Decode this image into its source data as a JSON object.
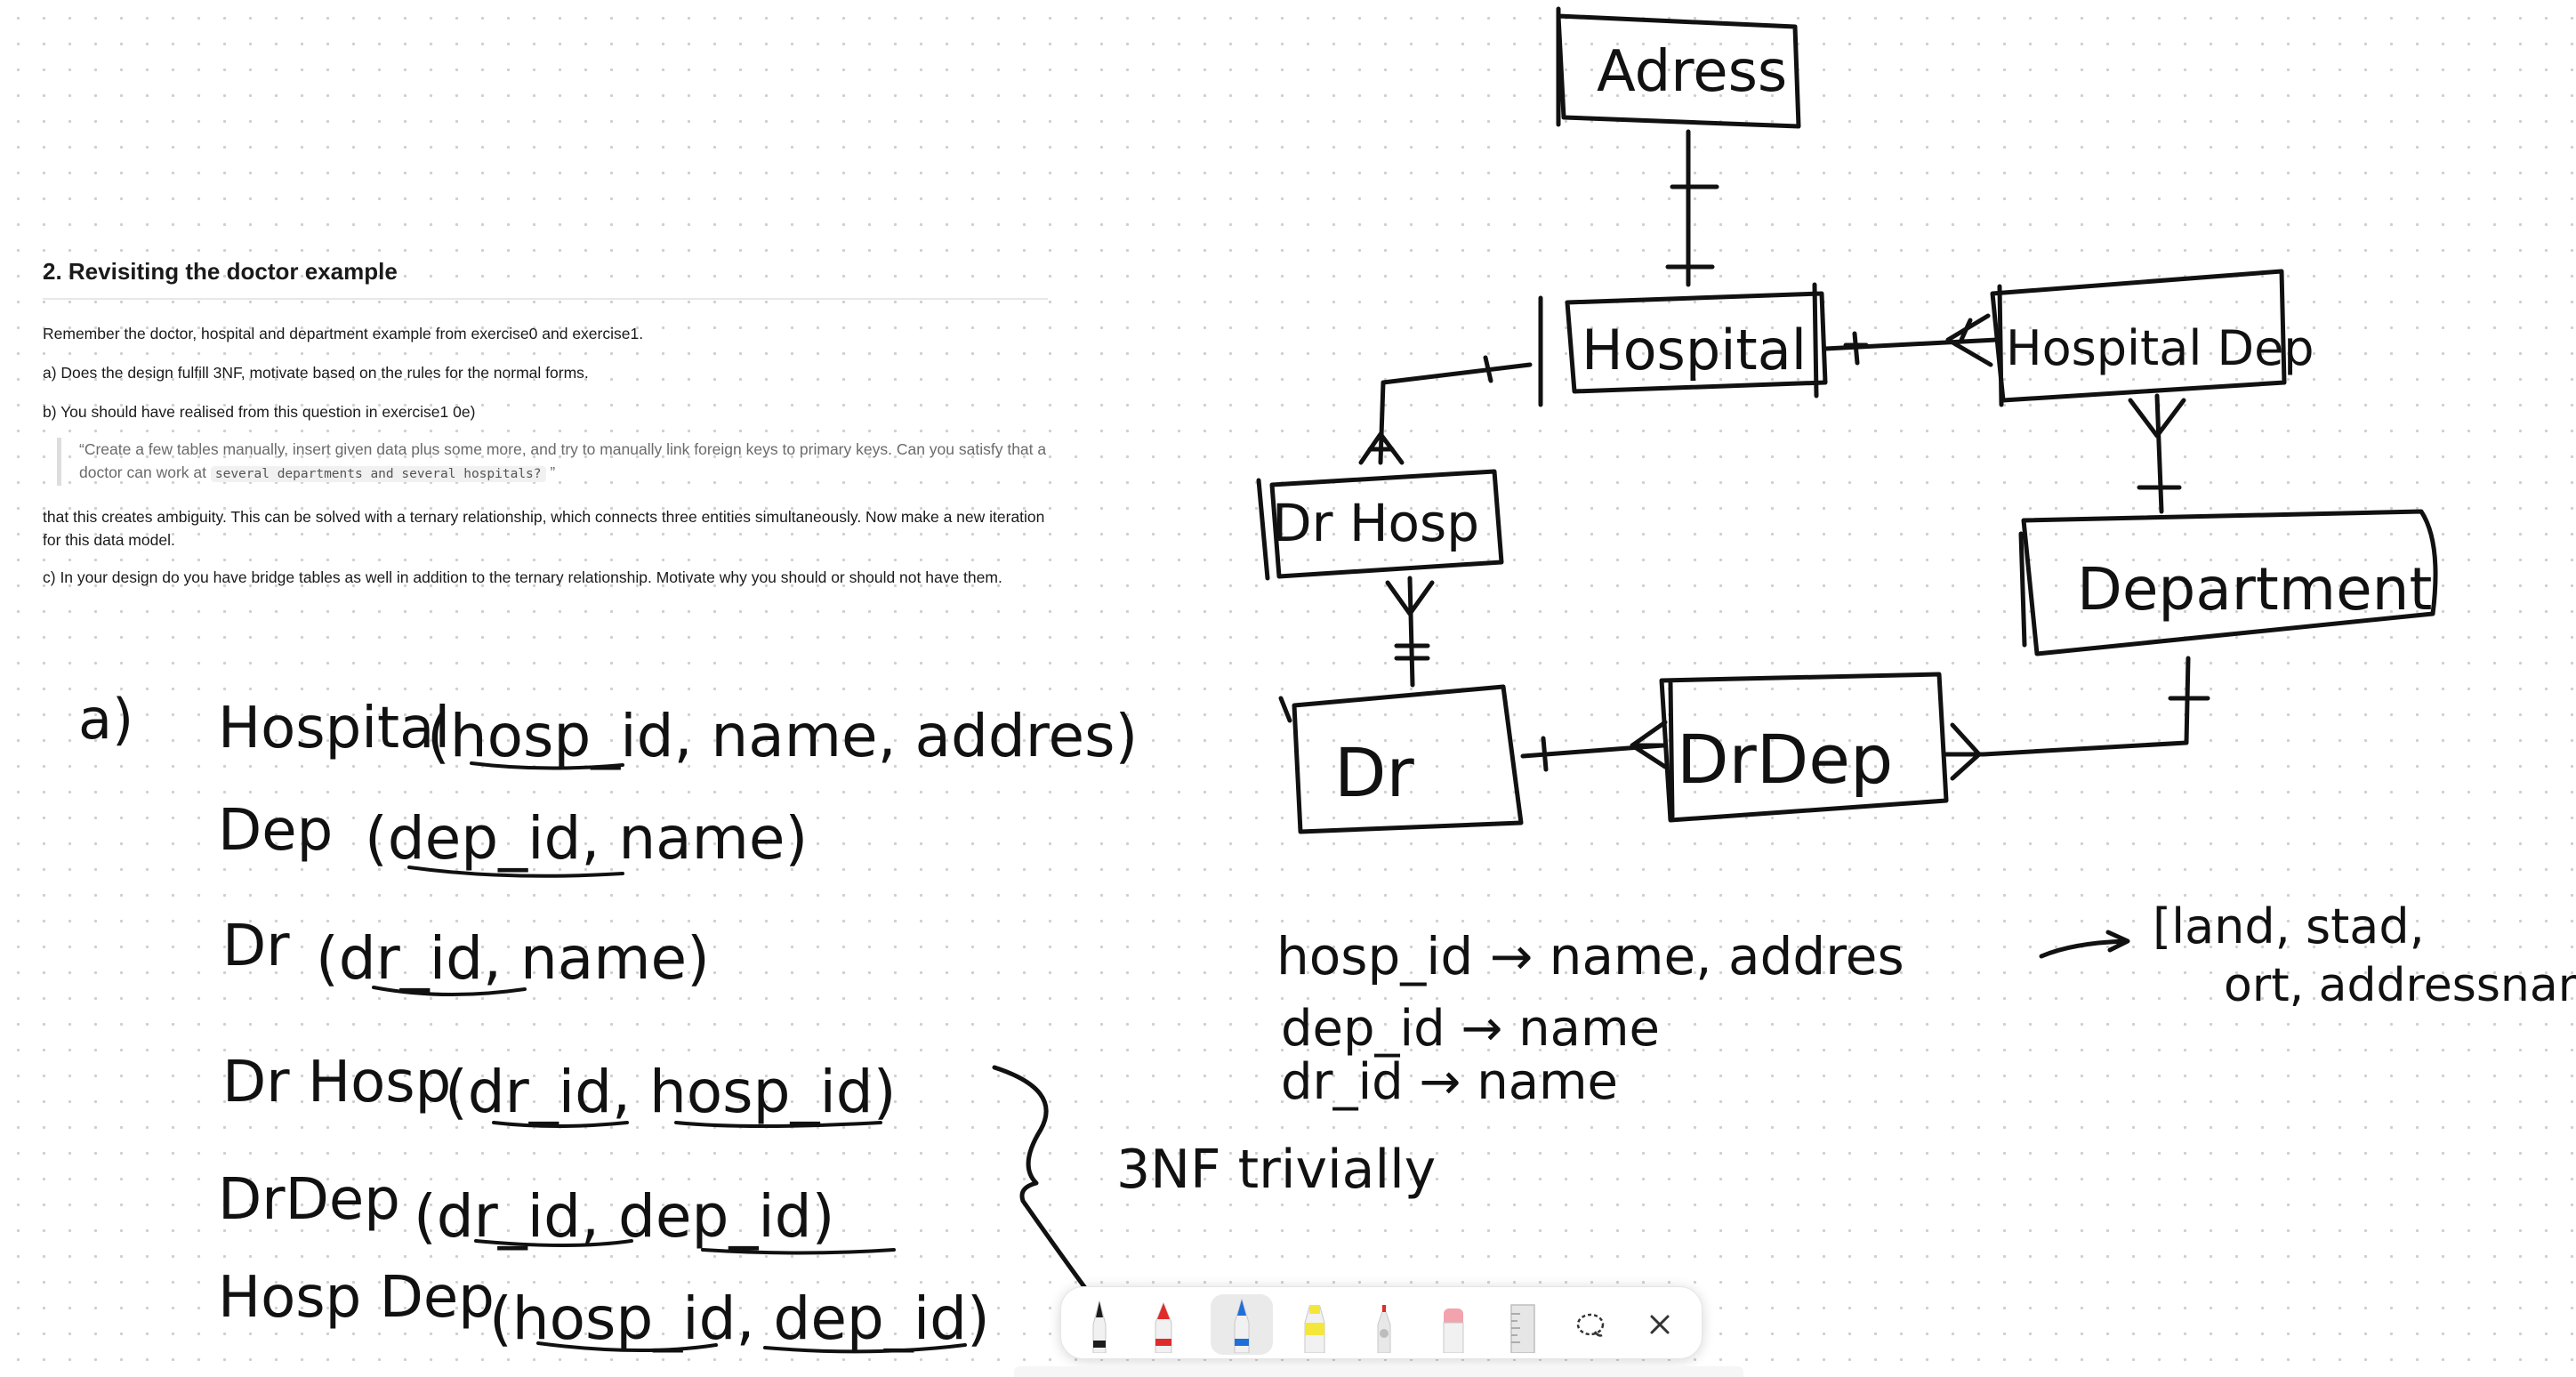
{
  "exercise": {
    "title": "2. Revisiting the doctor example",
    "intro": "Remember the doctor, hospital and department example from exercise0 and exercise1.",
    "question_a": "a) Does the design fulfill 3NF, motivate based on the rules for the normal forms.",
    "question_b": "b) You should have realised from this question in exercise1 0e)",
    "quote_prefix": "“Create a few tables manually, insert given data plus some more, and try to manually link foreign keys to primary keys. Can you satisfy that a doctor can work at ",
    "quote_code": "several departments and several hospitals?",
    "quote_suffix": " ”",
    "after_quote": "that this creates ambiguity. This can be solved with a ternary relationship, which connects three entities simultaneously. Now make a new iteration for this data model.",
    "question_c": "c) In your design do you have bridge tables as well in addition to the ternary relationship. Motivate why you should or should not have them."
  },
  "handwriting": {
    "a_label": "a)",
    "relations": [
      {
        "name": "Hospital",
        "attrs": "(hosp_id, name, addres)"
      },
      {
        "name": "Dep",
        "attrs": "(dep_id, name)"
      },
      {
        "name": "Dr",
        "attrs": "(dr_id, name)"
      },
      {
        "name": "Dr Hosp",
        "attrs": "(dr_id, hosp_id)"
      },
      {
        "name": "DrDep",
        "attrs": "(dr_id, dep_id)"
      },
      {
        "name": "Hosp Dep",
        "attrs": "(hosp_id, dep_id)"
      }
    ],
    "fd": [
      "hosp_id → name, addres",
      "dep_id → name",
      "dr_id → name"
    ],
    "address_expansion_line1": "[land, stad,",
    "address_expansion_line2": "ort, addressname]",
    "conclusion": "3NF trivially"
  },
  "er_diagram": {
    "entities": [
      "Adress",
      "Hospital",
      "Hospital Dep",
      "Dr Hosp",
      "Department",
      "Dr",
      "DrDep"
    ]
  },
  "toolbar": {
    "tools": [
      "black-pen",
      "red-marker",
      "blue-pen",
      "yellow-highlighter",
      "eraser-pencil",
      "pink-eraser",
      "ruler",
      "lasso",
      "close"
    ],
    "selected": "blue-pen",
    "colors": {
      "black": "#1c1c1c",
      "red": "#e02b2b",
      "blue": "#1e6fd9",
      "yellow": "#f5e63a",
      "pink": "#f2a3ad"
    }
  }
}
